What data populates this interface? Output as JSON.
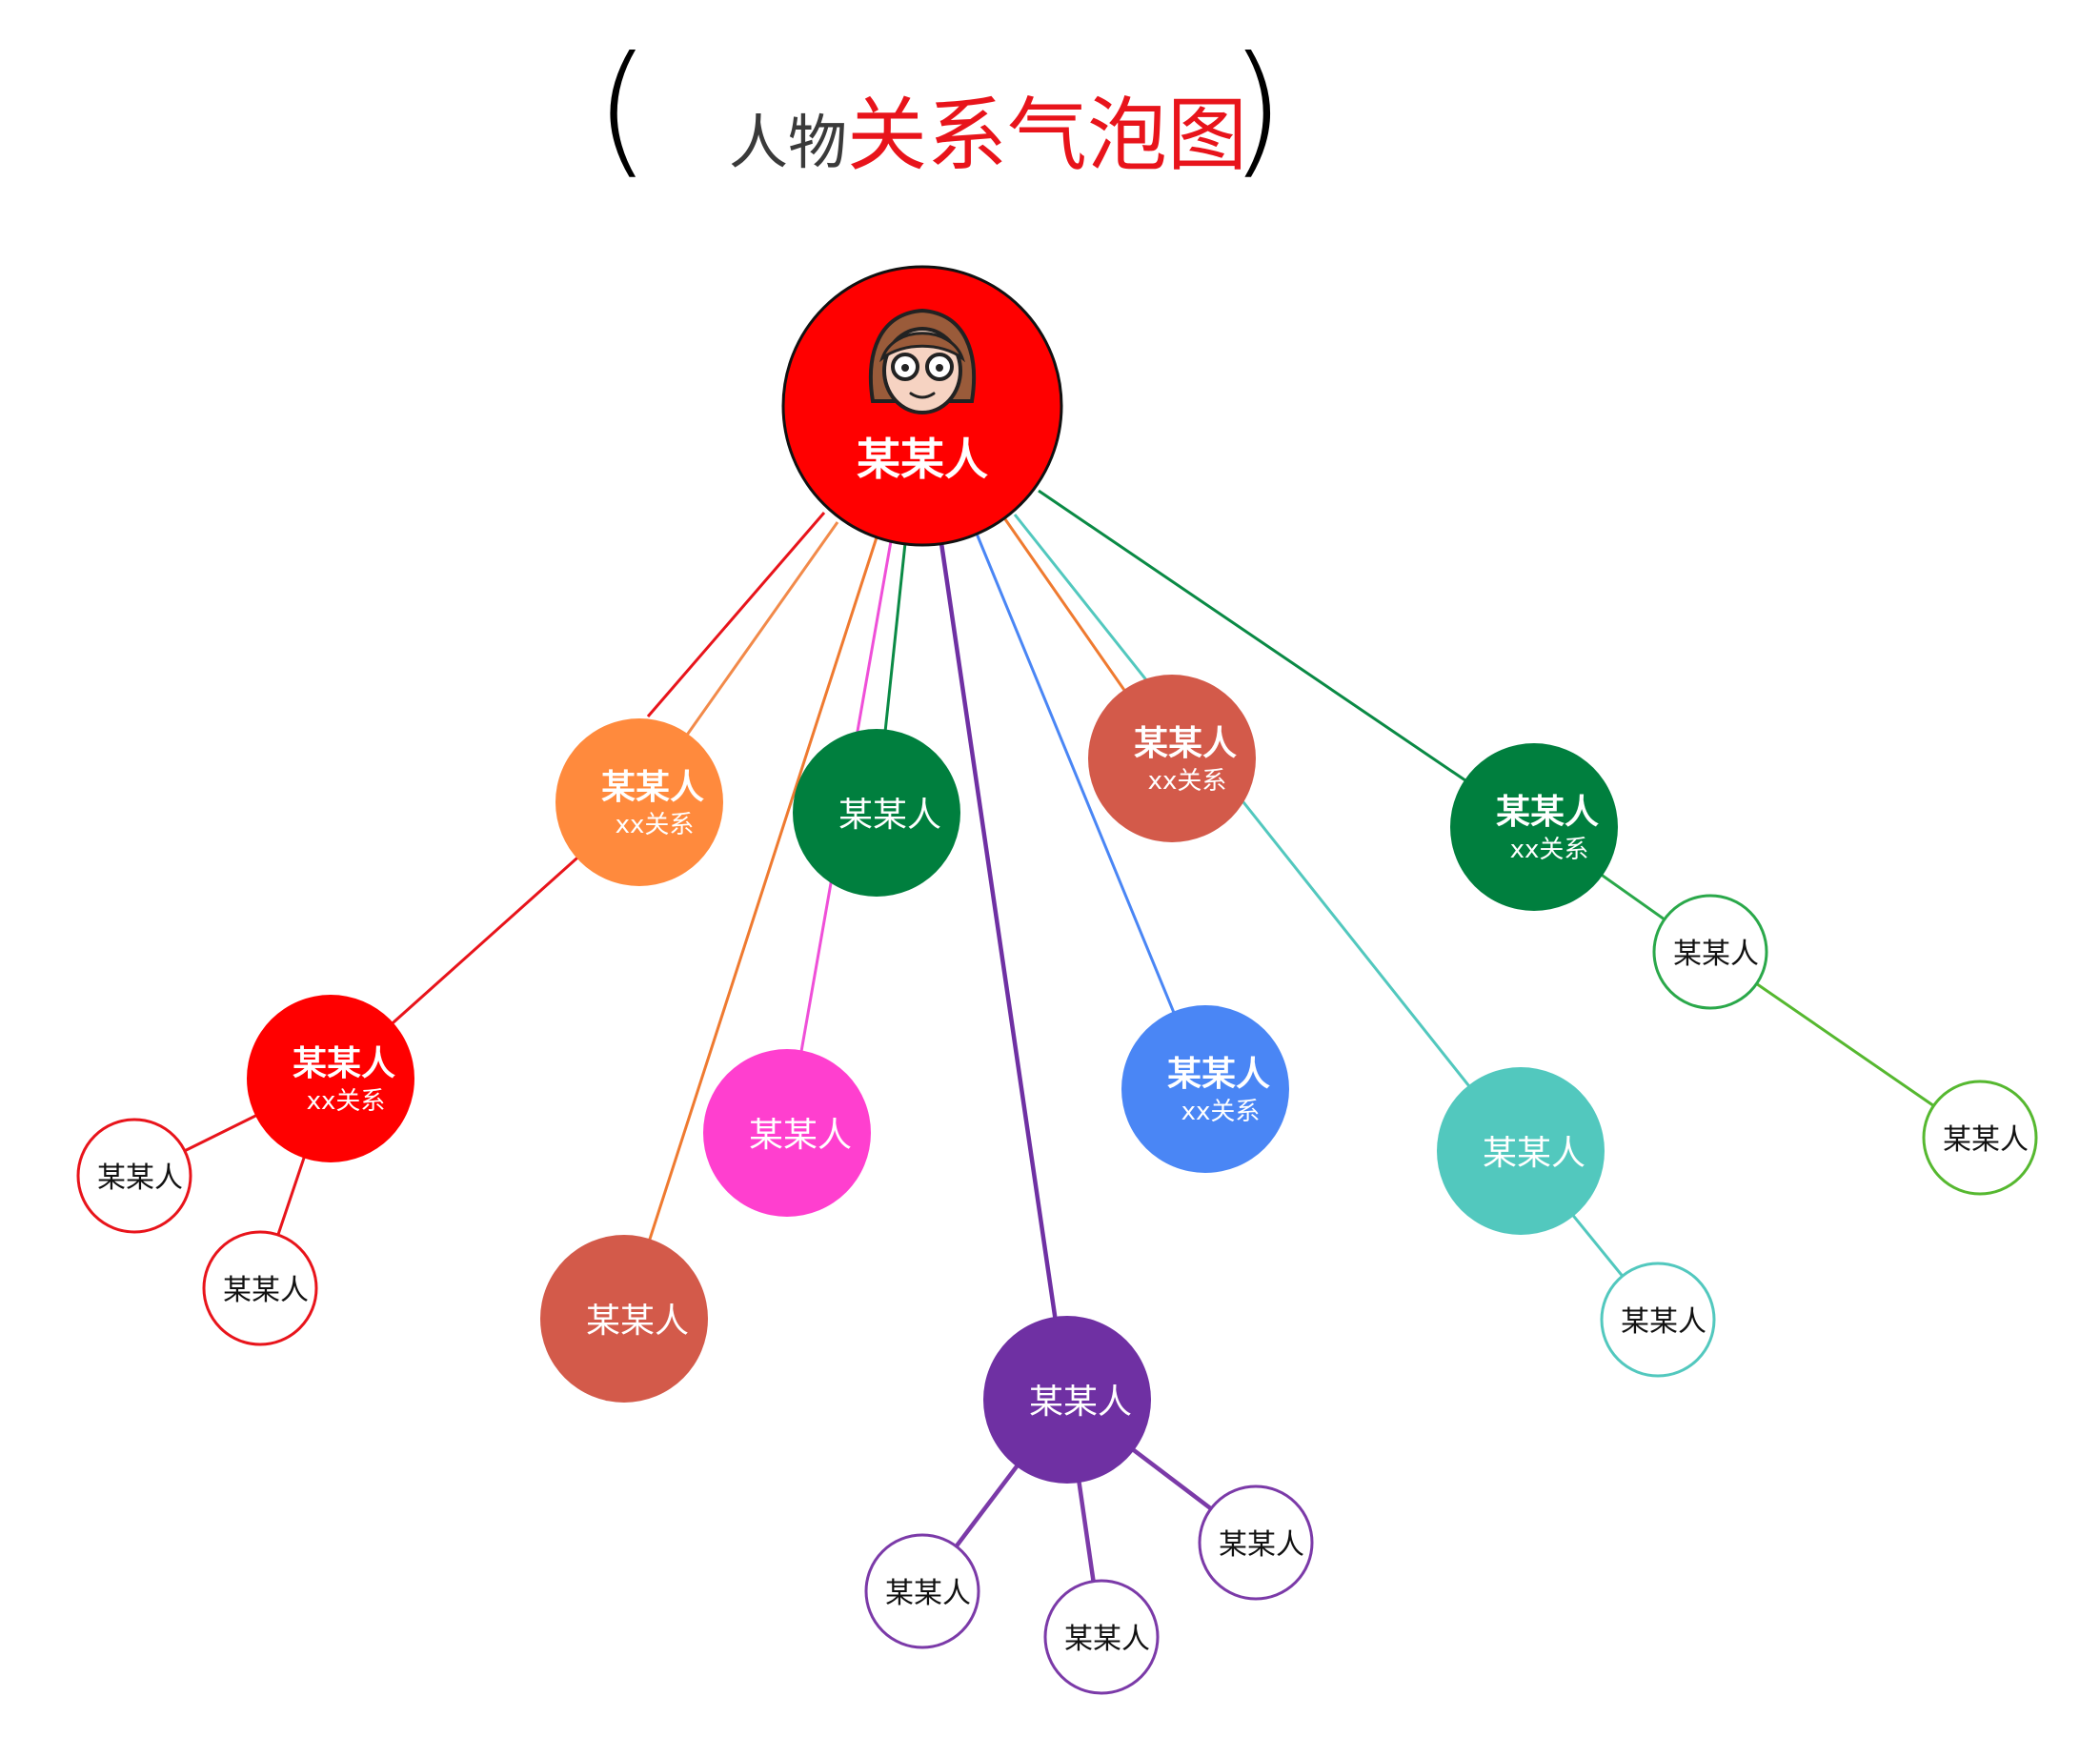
{
  "title": {
    "bracket_left": "(",
    "part1": "人物",
    "part2": "关系气泡图",
    "bracket_right": ")"
  },
  "root": {
    "id": "root",
    "name": "某某人",
    "color": "#ff0000",
    "icon": "woman-with-glasses-avatar-icon"
  },
  "nodes": [
    {
      "id": "n1",
      "name": "某某人",
      "sub": "xx关系",
      "color": "#ff8a3d",
      "parent": "root",
      "edge_color": "#f28a4a"
    },
    {
      "id": "n2",
      "name": "某某人",
      "sub": "xx关系",
      "color": "#ff0000",
      "parent": "n1",
      "edge_color": "#e8141b",
      "root_edge_color": "#e8141b"
    },
    {
      "id": "n2a",
      "name": "某某人",
      "outline": true,
      "color": "#e8141b",
      "parent": "n2"
    },
    {
      "id": "n2b",
      "name": "某某人",
      "outline": true,
      "color": "#e8141b",
      "parent": "n2"
    },
    {
      "id": "n3",
      "name": "某某人",
      "color": "#007f3e",
      "parent": "root",
      "edge_color": "#0a8a45"
    },
    {
      "id": "n4",
      "name": "某某人",
      "color": "#ff3fcf",
      "parent": "root",
      "edge_color": "#ef4fd8"
    },
    {
      "id": "n5",
      "name": "某某人",
      "color": "#d35a4a",
      "parent": "root",
      "edge_color": "#ef7a30"
    },
    {
      "id": "n6",
      "name": "某某人",
      "color": "#6f30a3",
      "parent": "root",
      "edge_color": "#6f30a3"
    },
    {
      "id": "n6a",
      "name": "某某人",
      "outline": true,
      "color": "#7b3aa8",
      "parent": "n6"
    },
    {
      "id": "n6b",
      "name": "某某人",
      "outline": true,
      "color": "#7b3aa8",
      "parent": "n6"
    },
    {
      "id": "n6c",
      "name": "某某人",
      "outline": true,
      "color": "#7b3aa8",
      "parent": "n6"
    },
    {
      "id": "n7",
      "name": "某某人",
      "sub": "xx关系",
      "color": "#4a86f5",
      "parent": "root",
      "edge_color": "#4a86f5"
    },
    {
      "id": "n8",
      "name": "某某人",
      "sub": "xx关系",
      "color": "#d35a4a",
      "parent": "root",
      "edge_color": "#ef7a30"
    },
    {
      "id": "n9",
      "name": "某某人",
      "color": "#52c8be",
      "parent": "root",
      "edge_color": "#52c8be"
    },
    {
      "id": "n9a",
      "name": "某某人",
      "outline": true,
      "color": "#52c8be",
      "parent": "n9"
    },
    {
      "id": "n10",
      "name": "某某人",
      "sub": "xx关系",
      "color": "#007f3e",
      "parent": "root",
      "edge_color": "#0a8a45"
    },
    {
      "id": "n10a",
      "name": "某某人",
      "outline": true,
      "color": "#2aa84a",
      "parent": "n10"
    },
    {
      "id": "n10b",
      "name": "某某人",
      "outline": true,
      "color": "#56b830",
      "parent": "n10a"
    }
  ]
}
